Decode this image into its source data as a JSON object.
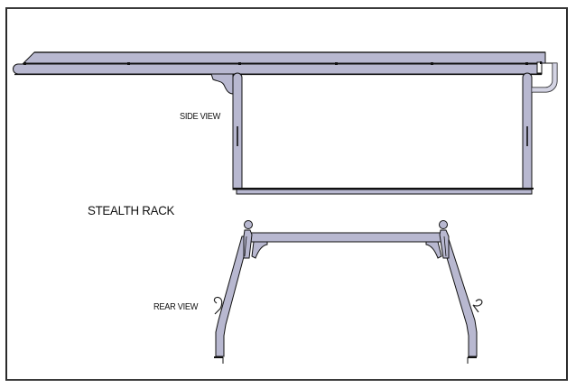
{
  "drawing": {
    "title": "STEALTH RACK",
    "views": {
      "side": {
        "label": "SIDE VIEW"
      },
      "rear": {
        "label": "REAR VIEW"
      }
    },
    "colors": {
      "tube_fill": "#b8b8d0",
      "tube_outline": "#111111",
      "background": "#ffffff",
      "frame": "#2a2a2a",
      "text": "#111111"
    }
  }
}
